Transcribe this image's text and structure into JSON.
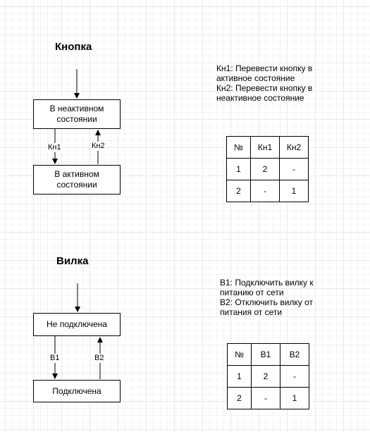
{
  "button_diagram": {
    "title": "Кнопка",
    "state_inactive": "В неактивном состоянии",
    "state_active": "В активном состоянии",
    "edge_down_label": "Кн1",
    "edge_up_label": "Кн2",
    "notes": [
      "Кн1: Перевести кнопку в активное состояние",
      "Кн2: Перевести кнопку в неактивное состояние"
    ],
    "table": {
      "headers": [
        "№",
        "Кн1",
        "Кн2"
      ],
      "rows": [
        [
          "1",
          "2",
          "-"
        ],
        [
          "2",
          "-",
          "1"
        ]
      ]
    }
  },
  "plug_diagram": {
    "title": "Вилка",
    "state_disconnected": "Не подключена",
    "state_connected": "Подключена",
    "edge_down_label": "В1",
    "edge_up_label": "В2",
    "notes": [
      "В1: Подключить вилку к питанию от сети",
      "В2: Отключить вилку от питания от сети"
    ],
    "table": {
      "headers": [
        "№",
        "В1",
        "В2"
      ],
      "rows": [
        [
          "1",
          "2",
          "-"
        ],
        [
          "2",
          "-",
          "1"
        ]
      ]
    }
  }
}
